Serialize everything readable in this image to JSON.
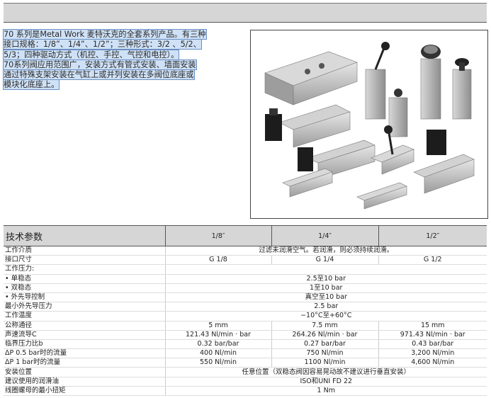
{
  "intro_lines": [
    "70 系列是Metal Work 麦特沃克的全套系列产品。有三种",
    "接口规格：1/8”、1/4”、1/2”；三种形式：3/2 、5/2、",
    "5/3；四种驱动方式（机控、手控、气控和电控）。",
    "70系列阀应用范围广，安装方式有管式安装、墙面安装",
    "通过特殊支架安装在气缸上或并列安装在多阀位底座或",
    "模块化底座上。"
  ],
  "table": {
    "header": [
      "技术参数",
      "1/8″",
      "1/4″",
      "1/2″"
    ],
    "rows": [
      {
        "label": "工作介质",
        "span": "过滤未润滑空气。若润滑，则必须持续润滑。"
      },
      {
        "label": "接口尺寸",
        "values": [
          "G 1/8",
          "G 1/4",
          "G 1/2"
        ]
      },
      {
        "label": "工作压力:",
        "span": ""
      },
      {
        "label": "• 单稳态",
        "span": "2.5至10 bar"
      },
      {
        "label": "• 双稳态",
        "span": "1至10 bar"
      },
      {
        "label": "• 外先导控制",
        "span": "真空至10 bar"
      },
      {
        "label": "最小外先导压力",
        "span": "2.5 bar"
      },
      {
        "label": "工作温度",
        "span": "−10°C至+60°C"
      },
      {
        "label": "公称通径",
        "values": [
          "5 mm",
          "7.5 mm",
          "15 mm"
        ]
      },
      {
        "label": "声速流导C",
        "values": [
          "121.43 Nl/min · bar",
          "264.26 Nl/min · bar",
          "971.43 Nl/min · bar"
        ]
      },
      {
        "label": "临界压力比b",
        "values": [
          "0.32 bar/bar",
          "0.27 bar/bar",
          "0.43 bar/bar"
        ]
      },
      {
        "label": "ΔP 0.5 bar时的流量",
        "values": [
          "400 Nl/min",
          "750 Nl/min",
          "3,200 Nl/min"
        ]
      },
      {
        "label": "ΔP 1 bar时的流量",
        "values": [
          "550 Nl/min",
          "1100 Nl/min",
          "4,600 Nl/min"
        ]
      },
      {
        "label": "安装位置",
        "span": "任意位置（双稳态阀因容易晃动故不建议进行垂直安装）"
      },
      {
        "label": "建议使用的润滑油",
        "span": "ISO和UNI  FD  22"
      },
      {
        "label": "线圈螺母的最小扭矩",
        "span": "1 Nm"
      }
    ]
  }
}
